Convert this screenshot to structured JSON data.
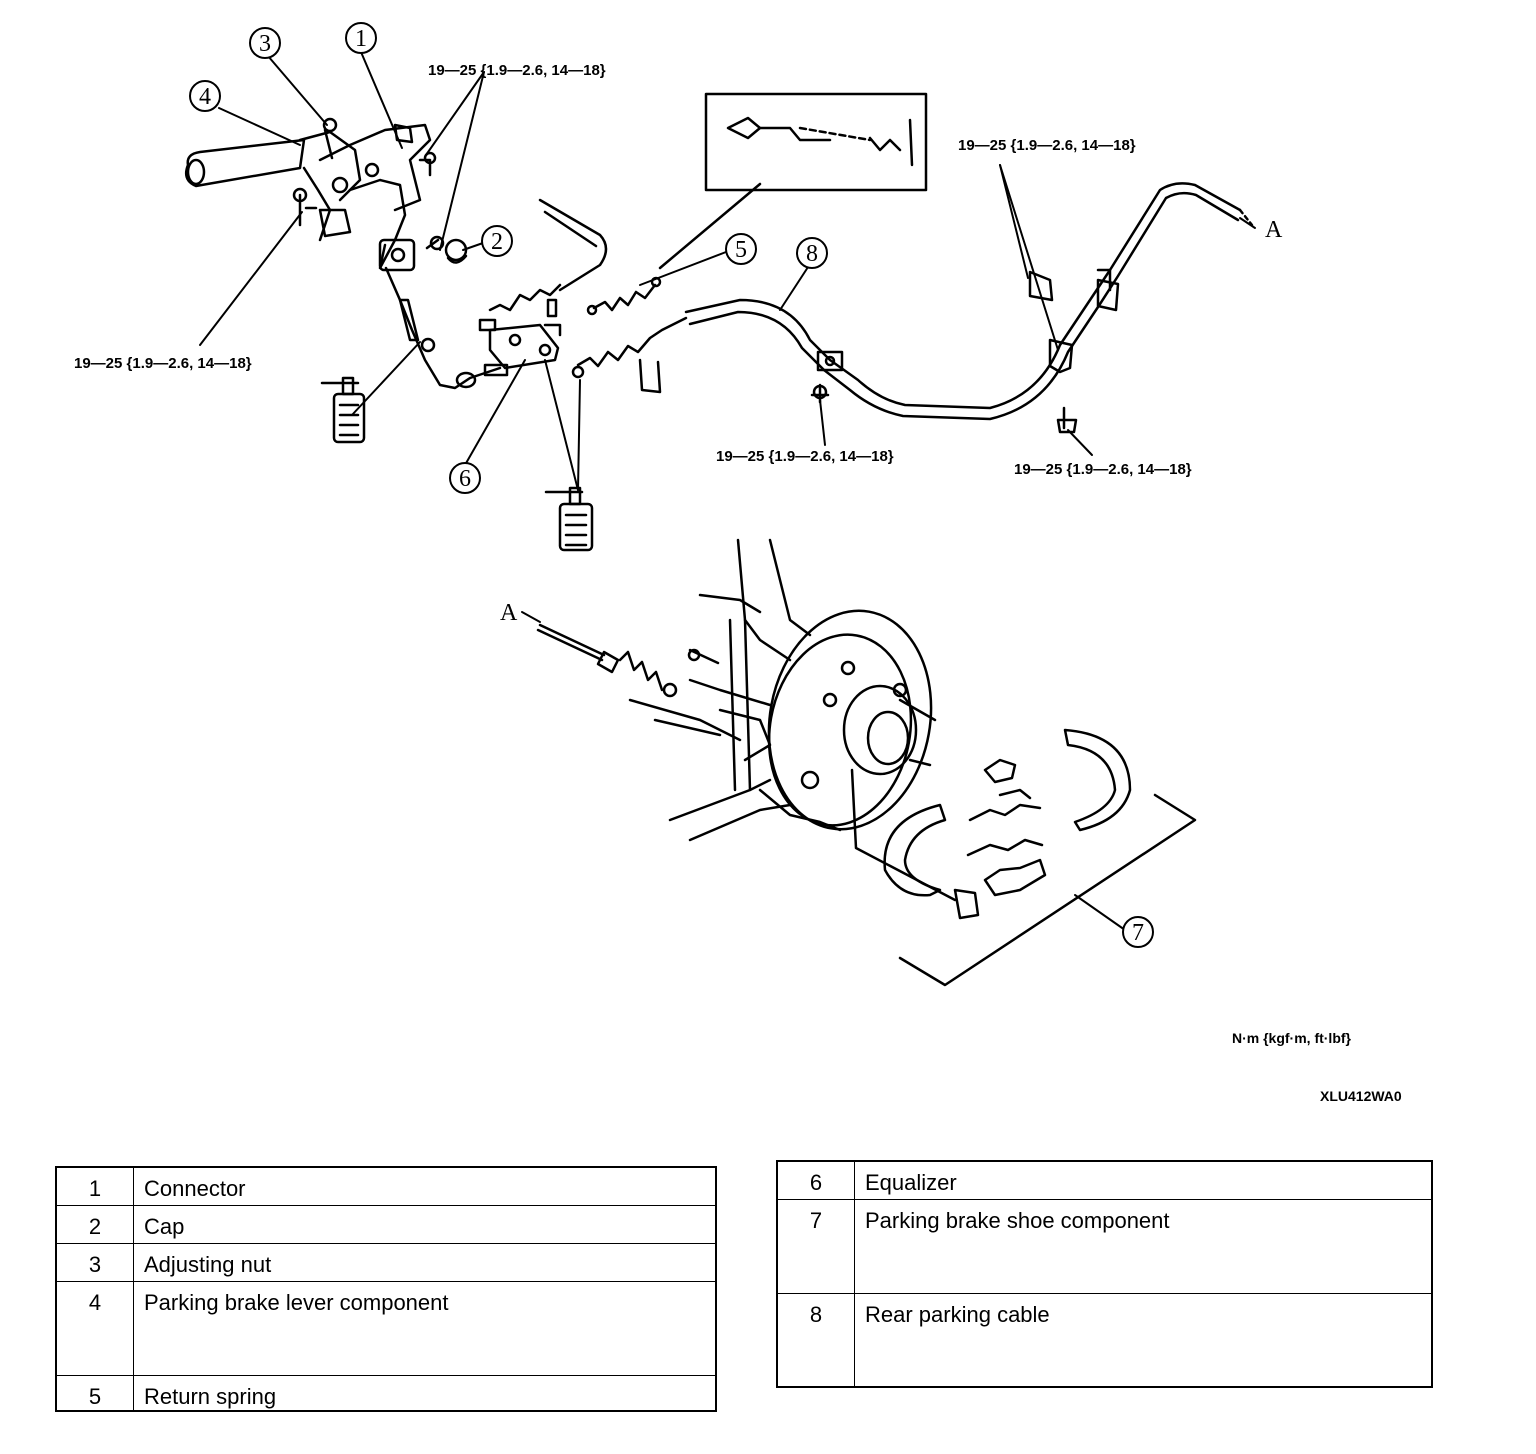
{
  "callouts": {
    "c1": "1",
    "c2": "2",
    "c3": "3",
    "c4": "4",
    "c5": "5",
    "c6": "6",
    "c7": "7",
    "c8": "8"
  },
  "torque_labels": {
    "t1": "19—25 {1.9—2.6, 14—18}",
    "t2": "19—25 {1.9—2.6, 14—18}",
    "t3": "19—25 {1.9—2.6, 14—18}",
    "t4": "19—25 {1.9—2.6, 14—18}",
    "t5": "19—25 {1.9—2.6, 14—18}"
  },
  "connection_marks": {
    "a_top": "A",
    "a_bottom": "A"
  },
  "unit_note": "N·m {kgf·m, ft·lbf}",
  "figure_code": "XLU412WA0",
  "legend_left": [
    {
      "num": "1",
      "name": "Connector"
    },
    {
      "num": "2",
      "name": "Cap"
    },
    {
      "num": "3",
      "name": "Adjusting nut"
    },
    {
      "num": "4",
      "name": "Parking brake lever component"
    },
    {
      "num": "5",
      "name": "Return spring"
    }
  ],
  "legend_right": [
    {
      "num": "6",
      "name": "Equalizer"
    },
    {
      "num": "7",
      "name": "Parking brake shoe component"
    },
    {
      "num": "8",
      "name": "Rear parking cable"
    }
  ]
}
